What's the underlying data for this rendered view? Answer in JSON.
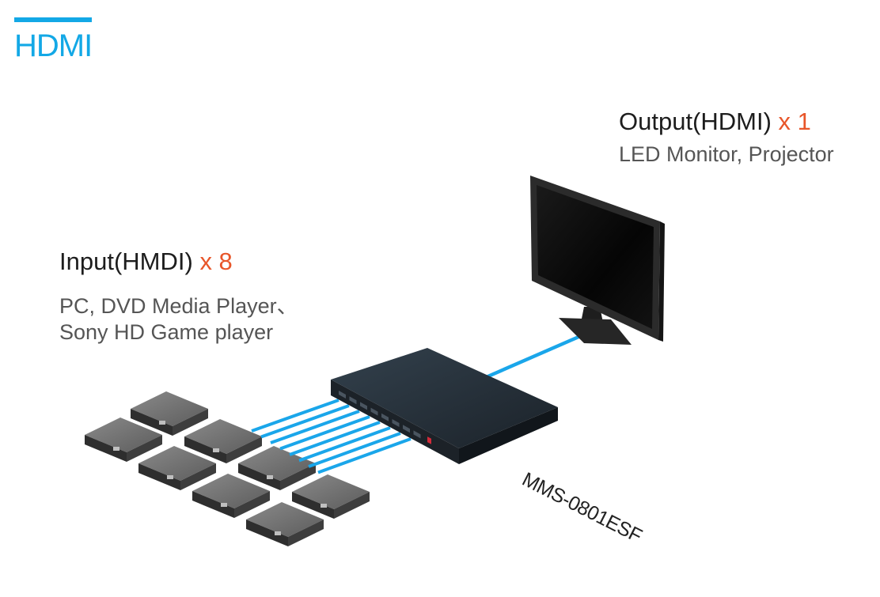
{
  "section": {
    "title": "HDMI"
  },
  "colors": {
    "accent": "#13a8e6",
    "cable": "#1aa6ea",
    "count": "#e8562a"
  },
  "output": {
    "title": "Output(HDMI)",
    "count": "x 1",
    "description": "LED Monitor, Projector"
  },
  "input": {
    "title": "Input(HMDI)",
    "count": "x 8",
    "description_line1": "PC, DVD Media Player、",
    "description_line2": "Sony HD Game player"
  },
  "device": {
    "model": "MMS-0801ESF"
  }
}
